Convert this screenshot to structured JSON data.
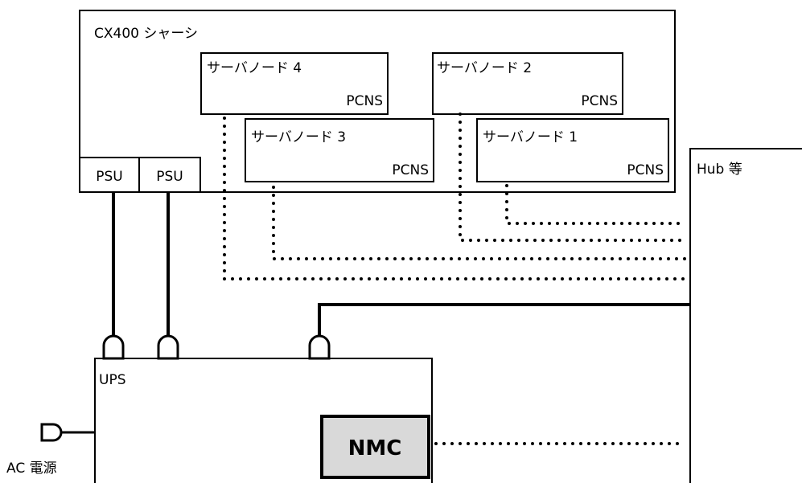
{
  "chassis": {
    "label": "CX400 シャーシ"
  },
  "nodes": [
    {
      "label": "サーバノード 4",
      "agent": "PCNS"
    },
    {
      "label": "サーバノード 2",
      "agent": "PCNS"
    },
    {
      "label": "サーバノード 3",
      "agent": "PCNS"
    },
    {
      "label": "サーバノード 1",
      "agent": "PCNS"
    }
  ],
  "psus": [
    {
      "label": "PSU"
    },
    {
      "label": "PSU"
    }
  ],
  "hub": {
    "label": "Hub 等"
  },
  "ups": {
    "label": "UPS"
  },
  "nmc": {
    "label": "NMC",
    "fill": "#d9d9d9"
  },
  "ac": {
    "label": "AC 電源"
  }
}
